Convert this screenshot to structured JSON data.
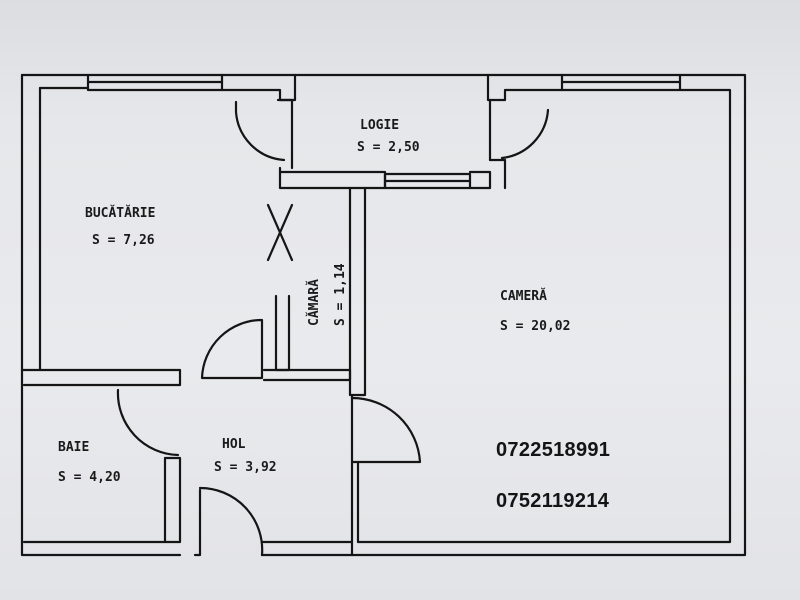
{
  "rooms": {
    "logie": {
      "name": "LOGIE",
      "area": "S = 2,50"
    },
    "bucatarie": {
      "name": "BUCĂTĂRIE",
      "area": "S = 7,26"
    },
    "camara": {
      "name": "CĂMARĂ",
      "area": "S = 1,14"
    },
    "camera": {
      "name": "CAMERĂ",
      "area": "S = 20,02"
    },
    "baie": {
      "name": "BAIE",
      "area": "S = 4,20"
    },
    "hol": {
      "name": "HOL",
      "area": "S = 3,92"
    }
  },
  "contact": {
    "phone_1": "0722518991",
    "phone_2": "0752119214"
  },
  "colors": {
    "ink": "#151515",
    "paper": "#e6e7ea"
  }
}
